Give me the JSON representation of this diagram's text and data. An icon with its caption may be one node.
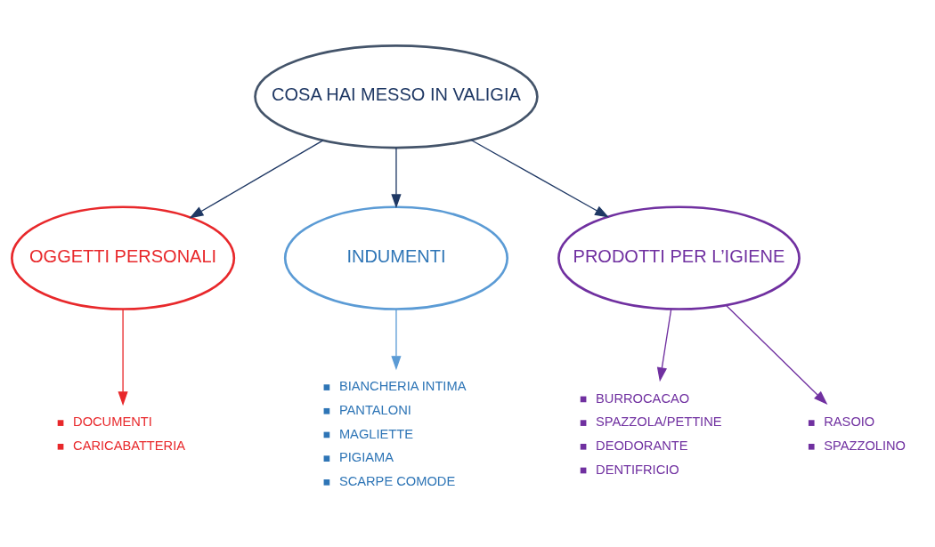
{
  "diagram": {
    "nodes": [
      {
        "text": [
          "COSA HAI MESSO IN VALIGIA"
        ]
      },
      {
        "text": [
          "OGGETTI PERSONALI"
        ]
      },
      {
        "text": [
          "DOCUMENTI",
          "CARICABATTERIA"
        ]
      },
      {
        "text": [
          "INDUMENTI"
        ]
      },
      {
        "text": [
          "BIANCHERIA INTIMA",
          "PANTALONI",
          "MAGLIETTE",
          "PIGIAMA",
          "SCARPE COMODE"
        ]
      },
      {
        "text": [
          "PRODOTTI PER L’IGIENE"
        ]
      },
      {
        "text": [
          "BURROCACAO",
          "SPAZZOLA/PETTINE",
          "DEODORANTE",
          "DENTIFRICIO"
        ]
      },
      {
        "text": [
          "RASOIO",
          "SPAZZOLINO"
        ]
      }
    ],
    "edges": [
      {
        "from": 0,
        "to": 1,
        "arrow": "to",
        "color": "#1f3864"
      },
      {
        "from": 0,
        "to": 3,
        "arrow": "to",
        "color": "#1f3864"
      },
      {
        "from": 0,
        "to": 5,
        "arrow": "to",
        "color": "#1f3864"
      },
      {
        "from": 1,
        "to": 2,
        "arrow": "to",
        "color": "#e8282b"
      },
      {
        "from": 3,
        "to": 4,
        "arrow": "to",
        "color": "#5b9bd5"
      },
      {
        "from": 5,
        "to": 6,
        "arrow": "to",
        "color": "#7030a0"
      },
      {
        "from": 5,
        "to": 7,
        "arrow": "to",
        "color": "#7030a0"
      }
    ]
  }
}
